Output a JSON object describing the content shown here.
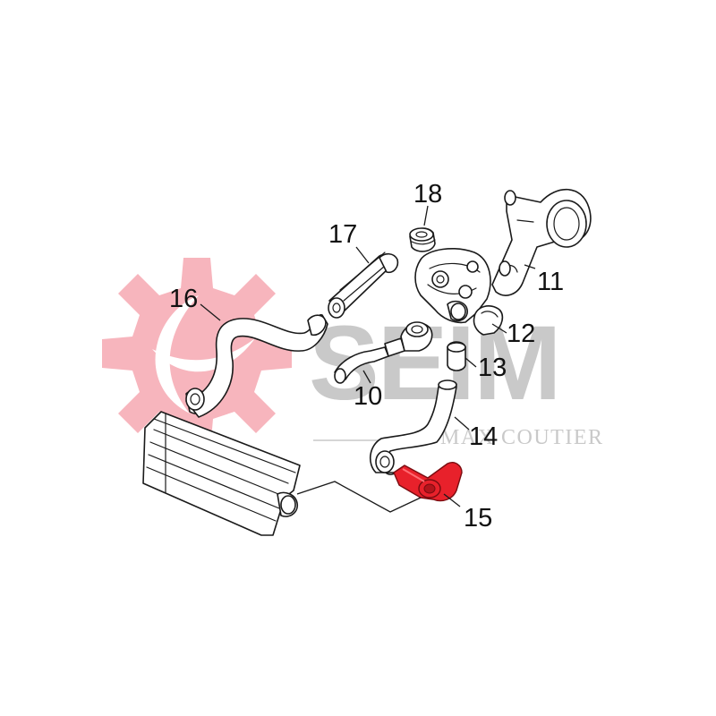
{
  "diagram": {
    "callouts": [
      {
        "id": "c16",
        "label": "16"
      },
      {
        "id": "c17",
        "label": "17"
      },
      {
        "id": "c18",
        "label": "18"
      },
      {
        "id": "c11",
        "label": "11"
      },
      {
        "id": "c12",
        "label": "12"
      },
      {
        "id": "c13",
        "label": "13"
      },
      {
        "id": "c10",
        "label": "10"
      },
      {
        "id": "c14",
        "label": "14"
      },
      {
        "id": "c15",
        "label": "15"
      }
    ],
    "highlighted_part": "15"
  },
  "watermark": {
    "logo_text": "SEIM",
    "tagline": "MAX COUTIER"
  },
  "colors": {
    "highlight": "#e8212b",
    "watermark_gray": "#c9c9c9",
    "watermark_pink": "#f7b5bd",
    "line": "#1a1a1a"
  }
}
